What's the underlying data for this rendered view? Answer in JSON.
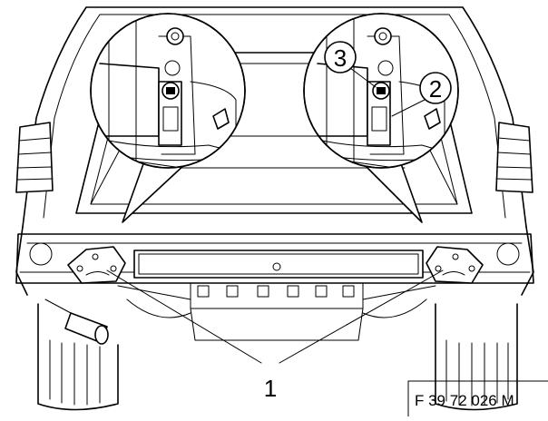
{
  "callouts": {
    "rear_support_bracket": "1",
    "mounting_plate": "2",
    "fastening_nut": "3"
  },
  "figure_id": "F 39 72 026 M",
  "colors": {
    "line": "#000000",
    "background": "#ffffff"
  }
}
